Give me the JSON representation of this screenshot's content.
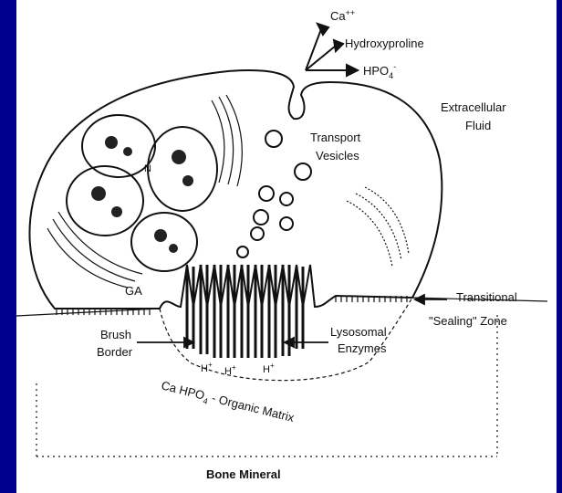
{
  "colors": {
    "frame": "#00008e",
    "paper": "#ffffff",
    "ink": "#111111"
  },
  "labels": {
    "ca": "Ca",
    "ca_charge": "++",
    "hydroxyproline": "Hydroxyproline",
    "hpo4": "HPO",
    "hpo4_sub": "4",
    "hpo4_charge": "-",
    "extracellular_fluid_1": "Extracellular",
    "extracellular_fluid_2": "Fluid",
    "transport_vesicles_1": "Transport",
    "transport_vesicles_2": "Vesicles",
    "nucleus": "N",
    "golgi": "GA",
    "transitional_zone_1": "Transitional",
    "transitional_zone_2": "\"Sealing\" Zone",
    "brush_border_1": "Brush",
    "brush_border_2": "Border",
    "lysosomal_enzymes_1": "Lysosomal",
    "lysosomal_enzymes_2": "Enzymes",
    "hydrogen_ion": "H",
    "hydrogen_charge": "+",
    "matrix_a": "Ca HPO",
    "matrix_sub": "4",
    "matrix_b": " - Organic Matrix",
    "bone_mineral": "Bone Mineral"
  }
}
